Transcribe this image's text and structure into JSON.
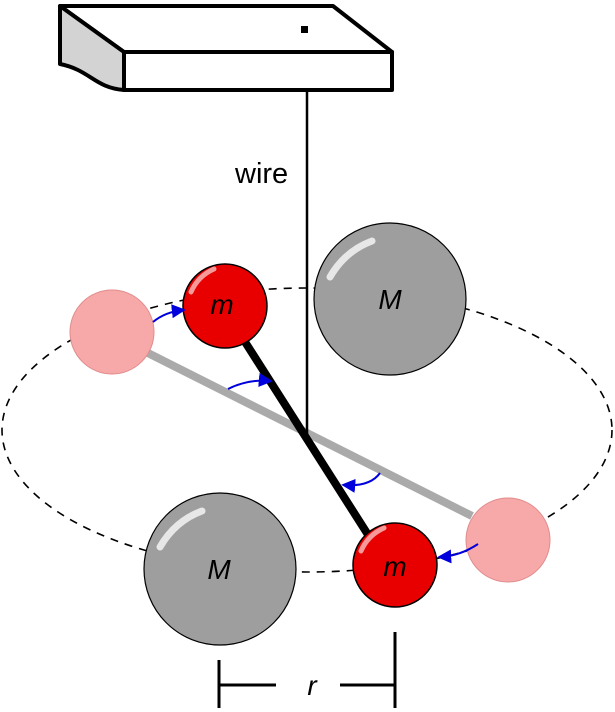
{
  "labels": {
    "wire": "wire",
    "small_mass_top": "m",
    "small_mass_bottom": "m",
    "large_mass_top": "M",
    "large_mass_bottom": "M",
    "distance": "r"
  },
  "colors": {
    "small_mass": "#e80000",
    "small_mass_initial": "#f7a8a8",
    "large_mass": "#9e9e9e",
    "rod_current": "#000000",
    "rod_initial": "#aaaaaa",
    "arrow": "#0000dd",
    "support_side": "#d3d3d3",
    "orbit_dash": "#000000"
  },
  "icons": {
    "support": "ceiling-mount-icon",
    "arrow": "rotation-arrow-icon"
  }
}
